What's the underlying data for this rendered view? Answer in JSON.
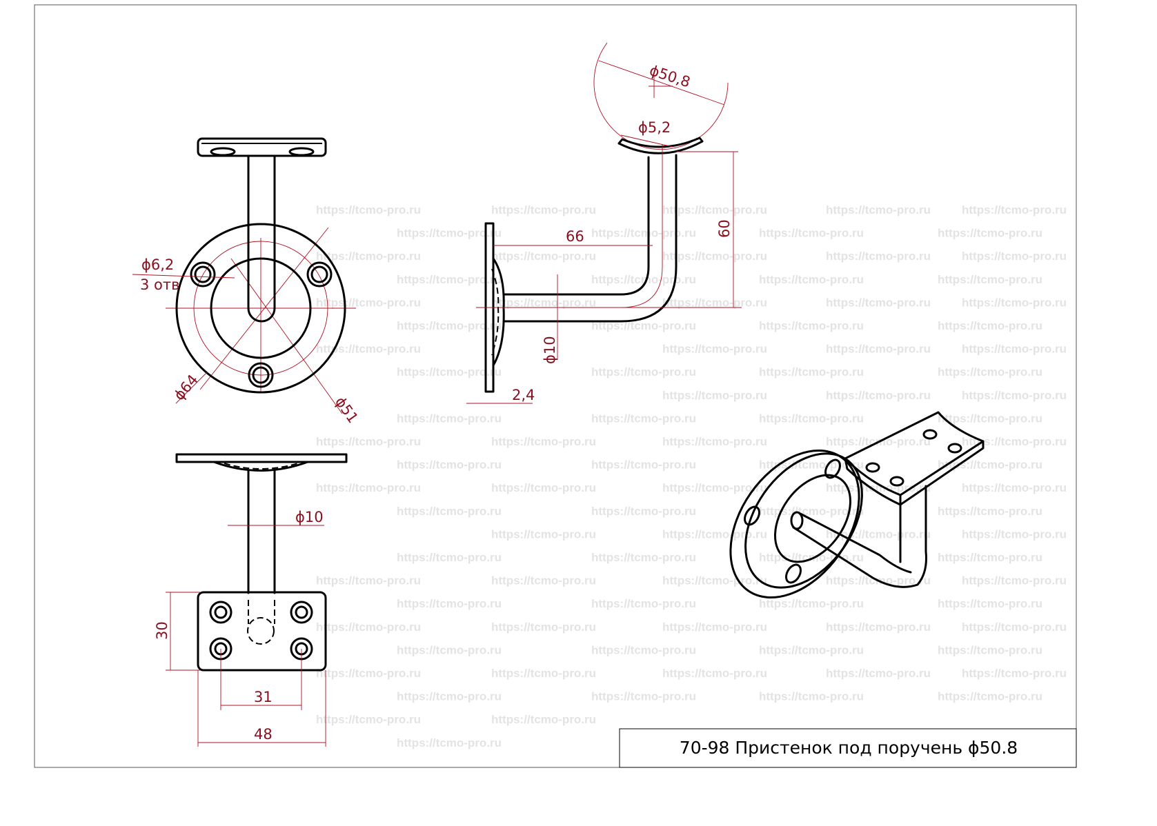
{
  "title": "70-98 Пристенок под поручень ϕ50.8",
  "watermark": "https://tcmo-pro.ru",
  "colors": {
    "line": "#000000",
    "dimension": "#8a1020",
    "watermark": "#e3e3e3"
  },
  "front_view": {
    "hole_dia": "ϕ6,2",
    "hole_count": "3 отв",
    "flange_dia": "ϕ64",
    "bolt_circle_dia": "ϕ51"
  },
  "side_view": {
    "rail_dia": "ϕ50,8",
    "saddle_hole_dia": "ϕ5,2",
    "projection": "66",
    "height": "60",
    "rod_dia": "ϕ10",
    "plate_thickness": "2,4"
  },
  "top_view": {
    "rod_dia": "ϕ10",
    "plate_width": "30",
    "hole_spacing": "31",
    "plate_length": "48"
  }
}
